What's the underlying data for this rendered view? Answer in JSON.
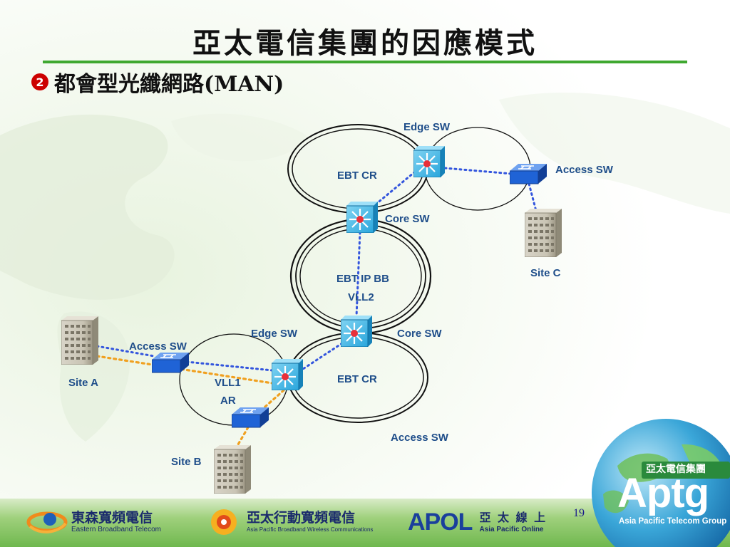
{
  "title": "亞太電信集團的因應模式",
  "bullet": {
    "number": "2",
    "text": "都會型光纖網路(MAN)"
  },
  "diagram": {
    "labels": {
      "edge_sw_top": "Edge SW",
      "access_sw_right": "Access SW",
      "ebt_cr_top": "EBT CR",
      "core_sw_top": "Core SW",
      "site_c": "Site C",
      "ebt_ip_bb": "EBT IP BB",
      "vll2": "VLL2",
      "edge_sw_mid": "Edge SW",
      "core_sw_mid": "Core SW",
      "access_sw_left": "Access SW",
      "site_a": "Site A",
      "ebt_cr_bottom": "EBT CR",
      "vll1": "VLL1",
      "ar": "AR",
      "access_sw_bottom": "Access SW",
      "site_b": "Site B"
    },
    "colors": {
      "link_blue": "#3355dd",
      "link_orange": "#f0a020",
      "switch_cyan": "#1aa0d8",
      "access_switch_blue": "#1f63d6"
    }
  },
  "footer": {
    "logos": [
      {
        "zh": "東森寬頻電信",
        "en": "Eastern Broadband Telecom"
      },
      {
        "zh": "亞太行動寬頻電信",
        "en": "Asia Pacific Broadband Wireless Communications"
      },
      {
        "brand": "APOL",
        "zh": "亞 太 線 上",
        "en": "Asia Pacific Online"
      }
    ],
    "page_number": "19",
    "aptg": {
      "zh": "亞太電信集團",
      "word": "Aptg",
      "en": "Asia Pacific Telecom Group"
    }
  }
}
